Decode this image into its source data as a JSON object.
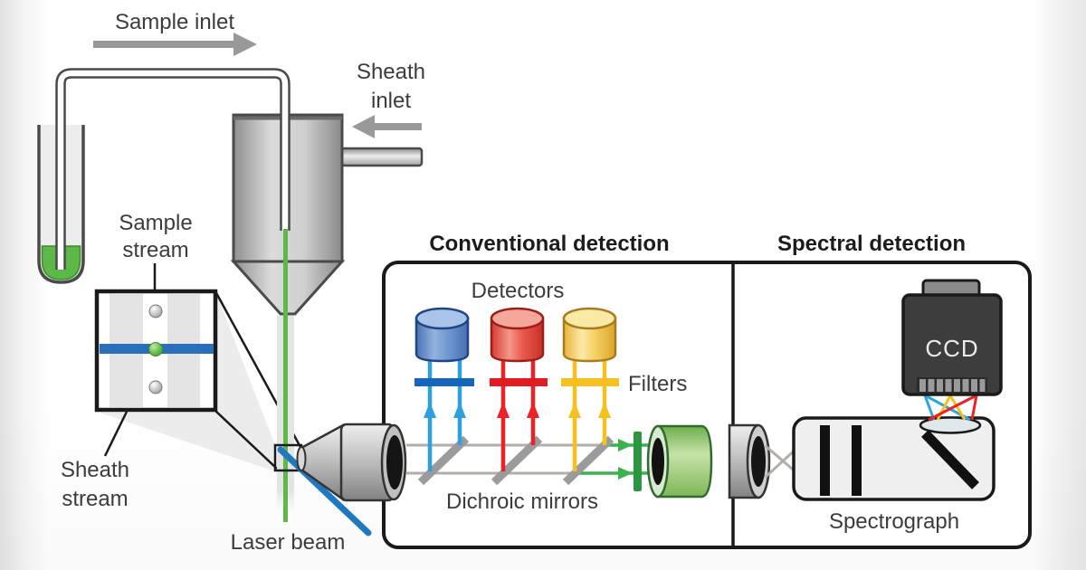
{
  "diagram": {
    "title_context": "Flow cytometry: conventional vs spectral detection",
    "labels": {
      "sample_inlet": "Sample inlet",
      "sheath_inlet": {
        "line1": "Sheath",
        "line2": "inlet"
      },
      "sample_stream": {
        "line1": "Sample",
        "line2": "stream"
      },
      "sheath_stream": {
        "line1": "Sheath",
        "line2": "stream"
      },
      "laser_beam": "Laser beam",
      "detectors": "Detectors",
      "filters": "Filters",
      "dichroic_mirrors": "Dichroic mirrors",
      "ccd": "CCD",
      "spectrograph": "Spectrograph"
    },
    "panels": {
      "conventional": {
        "title": "Conventional detection"
      },
      "spectral": {
        "title": "Spectral detection"
      }
    },
    "colors": {
      "laser_blue": "#1e79c0",
      "stream_green": "#5cb947",
      "beam_gray": "#b3aea7",
      "mirror_gray": "#9b9b9b",
      "arrow_gray": "#999999",
      "detector_blue": "#5b87c5",
      "detector_red": "#e8473f",
      "detector_yellow": "#f6cf57",
      "detector_green": "#8cc468",
      "signal_blue": "#2da0dd",
      "signal_red": "#ec2227",
      "signal_yellow": "#f6c021",
      "signal_green": "#3bb24a",
      "inset_laser_band": "#2b6fba",
      "ccd_body": "#3d3d3d"
    }
  }
}
